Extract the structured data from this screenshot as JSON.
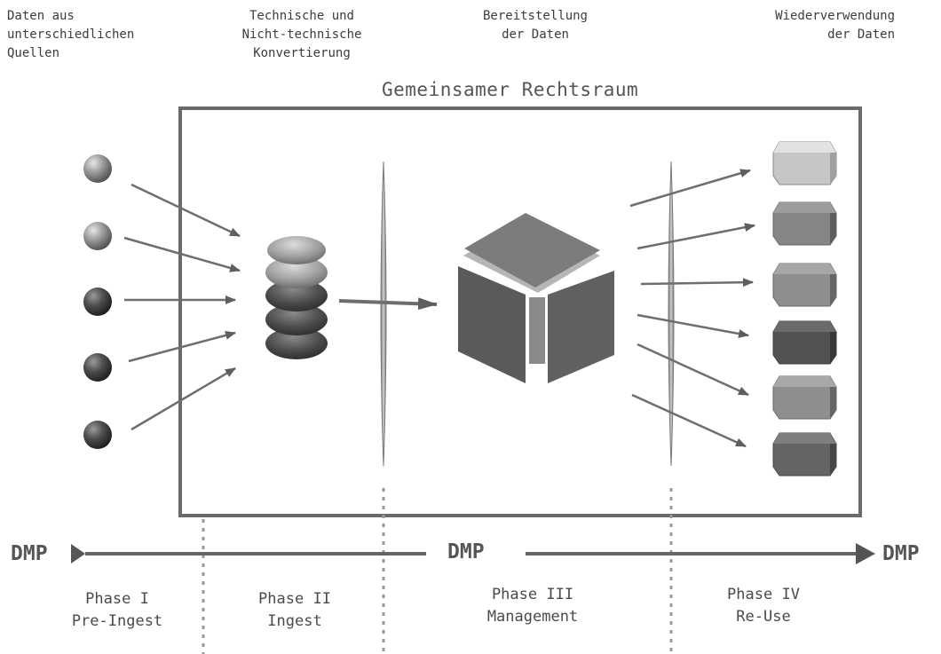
{
  "header": {
    "sources": [
      "Daten aus",
      "unterschiedlichen",
      "Quellen"
    ],
    "conversion": [
      "Technische und",
      "Nicht-technische",
      "Konvertierung"
    ],
    "provision": [
      "Bereitstellung",
      "der Daten"
    ],
    "reuse": [
      "Wiederverwendung",
      "der Daten"
    ]
  },
  "frame": {
    "title": "Gemeinsamer Rechtsraum"
  },
  "timeline": {
    "dmp_start": "DMP",
    "dmp_middle": "DMP",
    "dmp_end": "DMP"
  },
  "phases": [
    {
      "line1": "Phase I",
      "line2": "Pre-Ingest"
    },
    {
      "line1": "Phase II",
      "line2": "Ingest"
    },
    {
      "line1": "Phase III",
      "line2": "Management"
    },
    {
      "line1": "Phase IV",
      "line2": "Re-Use"
    }
  ],
  "colors": {
    "stroke": "#6a6a6a",
    "light": "#c8c8c8",
    "mid": "#8e8e8e",
    "dark": "#4a4a4a"
  }
}
